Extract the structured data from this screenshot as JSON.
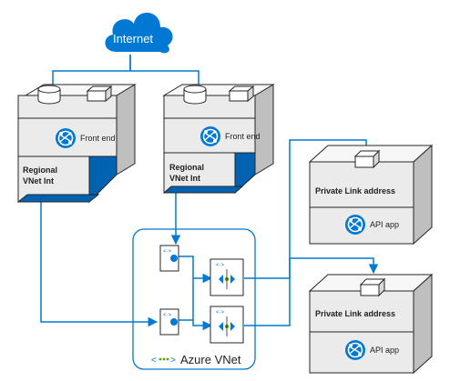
{
  "internet": {
    "label": "Internet"
  },
  "app_services": [
    {
      "frontend_label": "Front end",
      "integration_label_line1": "Regional",
      "integration_label_line2": "VNet Int"
    },
    {
      "frontend_label": "Front end",
      "integration_label_line1": "Regional",
      "integration_label_line2": "VNet Int"
    }
  ],
  "private_links": [
    {
      "address_label": "Private Link address",
      "app_label": "API app"
    },
    {
      "address_label": "Private Link address",
      "app_label": "API app"
    }
  ],
  "vnet": {
    "label": "Azure VNet"
  },
  "colors": {
    "azure_blue": "#0078d4",
    "box_front": "#ebebeb",
    "box_top": "#f7f7f7",
    "box_side": "#bfbfbf",
    "box_stroke": "#262626",
    "connector": "#0078d4",
    "vnet_border": "#0078d4",
    "cube_accent_blue": "#0063b1"
  }
}
